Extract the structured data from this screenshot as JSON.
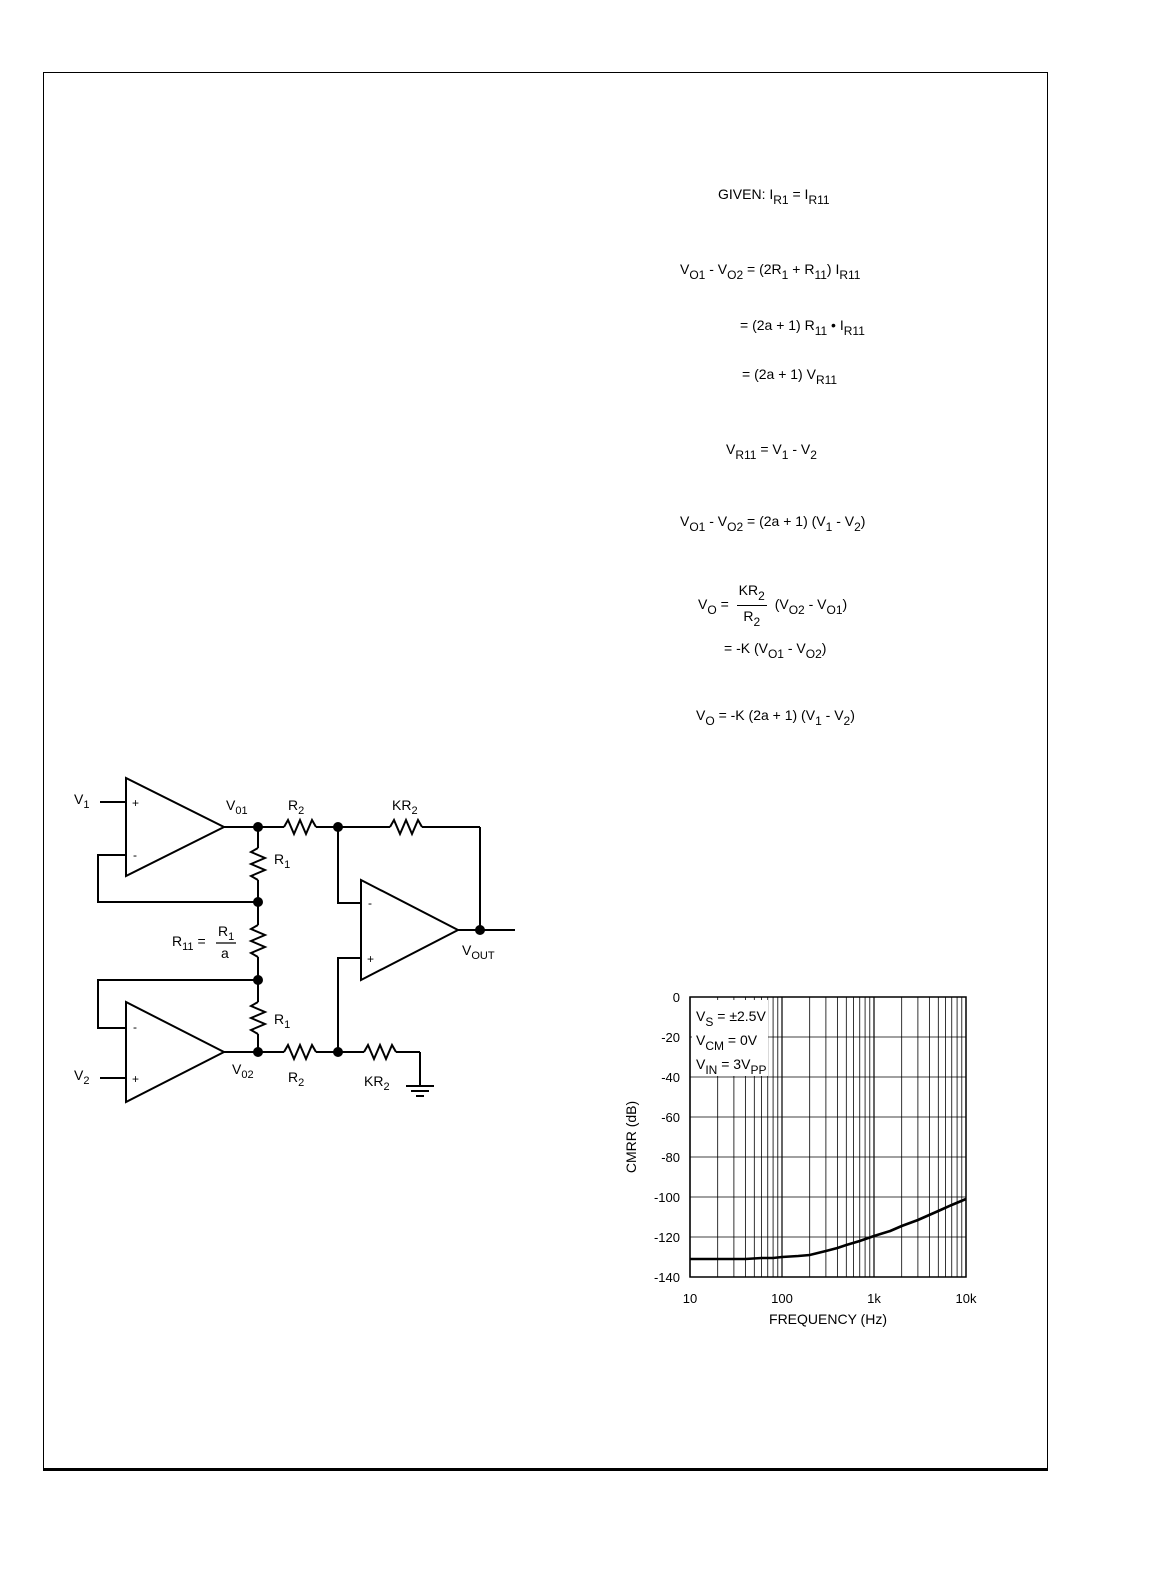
{
  "equations": {
    "given": {
      "prefix": "GIVEN: I",
      "sub1": "R1",
      "eq": " = I",
      "sub2": "R11"
    },
    "line1": [
      "V",
      "O1",
      " - V",
      "O2",
      " = (2R",
      "1",
      " + R",
      "11",
      ") I",
      "R11"
    ],
    "line2": [
      "= (2a + 1) R",
      "11",
      " • I",
      "R11"
    ],
    "line3": [
      "= (2a + 1) V",
      "R11"
    ],
    "line4": [
      "V",
      "R11",
      " = V",
      "1",
      " - V",
      "2"
    ],
    "line5": [
      "V",
      "O1",
      " - V",
      "O2",
      " = (2a + 1) (V",
      "1",
      " - V",
      "2",
      ")"
    ],
    "line6": {
      "lhs": "V",
      "lhs_sub": "O",
      "eq": " = ",
      "num": "KR",
      "num_sub": "2",
      "den": "R",
      "den_sub": "2",
      "rhs": " (V",
      "rhs_sub1": "O2",
      "rhs_mid": " - V",
      "rhs_sub2": "O1",
      "rhs_end": ")"
    },
    "line7": [
      "= -K (V",
      "O1",
      " - V",
      "O2",
      ")"
    ],
    "line8": [
      "V",
      "O",
      " = -K (2a + 1) (V",
      "1",
      " - V",
      "2",
      ")"
    ]
  },
  "schematic": {
    "v1": "V",
    "v1_sub": "1",
    "v2": "V",
    "v2_sub": "2",
    "v01": "V",
    "v01_sub": "01",
    "v02": "V",
    "v02_sub": "02",
    "r2_top": "R",
    "r2_top_sub": "2",
    "kr2_top": "KR",
    "kr2_top_sub": "2",
    "r1_top": "R",
    "r1_top_sub": "1",
    "r11": "R",
    "r11_sub": "11",
    "r11_eq": "=",
    "r11_num": "R",
    "r11_num_sub": "1",
    "r11_den": "a",
    "r1_bot": "R",
    "r1_bot_sub": "1",
    "r2_bot": "R",
    "r2_bot_sub": "2",
    "kr2_bot": "KR",
    "kr2_bot_sub": "2",
    "vout": "V",
    "vout_sub": "OUT",
    "plus": "+",
    "minus": "-"
  },
  "chart_data": {
    "type": "line",
    "xlabel": "FREQUENCY (Hz)",
    "ylabel": "CMRR (dB)",
    "x_scale": "log",
    "xlim": [
      10,
      10000
    ],
    "ylim": [
      -140,
      0
    ],
    "x_ticks": [
      10,
      100,
      1000,
      10000
    ],
    "x_tick_labels": [
      "10",
      "100",
      "1k",
      "10k"
    ],
    "y_ticks": [
      0,
      -20,
      -40,
      -60,
      -80,
      -100,
      -120,
      -140
    ],
    "y_tick_labels": [
      "0",
      "-20",
      "-40",
      "-60",
      "-80",
      "-100",
      "-120",
      "-140"
    ],
    "grid": true,
    "annotations": [
      {
        "main": "V",
        "sub": "S",
        "rest": " = ±2.5V",
        "sub2": ""
      },
      {
        "main": "V",
        "sub": "CM",
        "rest": " = 0V",
        "sub2": ""
      },
      {
        "main": "V",
        "sub": "IN",
        "rest": " = 3V",
        "sub2": "PP"
      }
    ],
    "series": [
      {
        "x": [
          10,
          20,
          30,
          40,
          60,
          80,
          100,
          150,
          200,
          300,
          400,
          500,
          700,
          1000,
          1500,
          2000,
          3000,
          5000,
          7000,
          10000
        ],
        "values": [
          -131,
          -131,
          -131,
          -131,
          -130.5,
          -130.5,
          -130,
          -129.5,
          -129,
          -127,
          -125.5,
          -124,
          -122,
          -119.5,
          -117,
          -114.5,
          -111.5,
          -107,
          -104,
          -101
        ]
      }
    ]
  }
}
